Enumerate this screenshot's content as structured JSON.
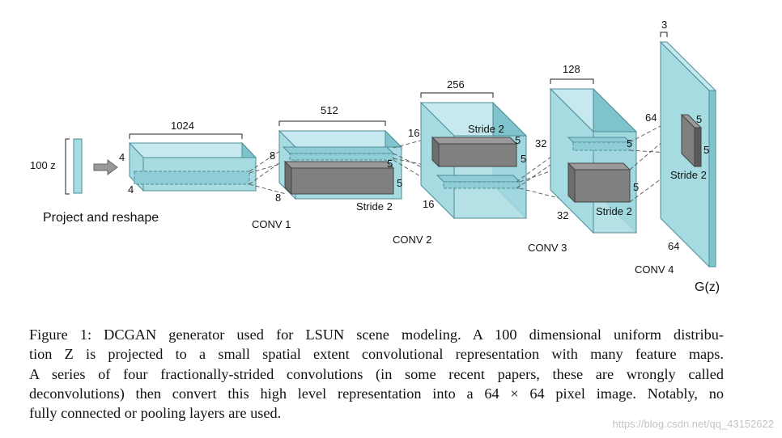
{
  "figure": {
    "input_label": "100 z",
    "project_label": "Project and reshape",
    "layers": [
      {
        "depth_label": "1024",
        "h_label": "4",
        "w_label": "4",
        "name": "",
        "stride": ""
      },
      {
        "depth_label": "512",
        "h_label": "8",
        "w_label": "8",
        "name": "CONV 1",
        "stride": "Stride 2",
        "k1": "5",
        "k2": "5"
      },
      {
        "depth_label": "256",
        "h_label": "16",
        "w_label": "16",
        "name": "CONV 2",
        "stride": "Stride 2",
        "k1": "5",
        "k2": "5"
      },
      {
        "depth_label": "128",
        "h_label": "32",
        "w_label": "32",
        "name": "CONV 3",
        "stride": "Stride 2",
        "k1": "5",
        "k2": "5"
      },
      {
        "depth_label": "3",
        "h_label": "64",
        "w_label": "64",
        "name": "CONV 4",
        "stride": "Stride 2",
        "k1": "5",
        "k2": "5"
      }
    ],
    "output_label": "G(z)",
    "colors": {
      "face": "#a7dbe2",
      "face_dark": "#7fc3cd",
      "stroke": "#4f8d96",
      "kernel": "#808080",
      "kernel_dark": "#5a5a5a"
    }
  },
  "caption": {
    "lines": [
      "Figure 1: DCGAN generator used for LSUN scene modeling. A 100 dimensional uniform distribu-",
      "tion Z is projected to a small spatial extent convolutional representation with many feature maps.",
      "A series of four fractionally-strided convolutions (in some recent papers, these are wrongly called",
      "deconvolutions) then convert this high level representation into a 64 × 64 pixel image. Notably, no",
      "fully connected or pooling layers are used."
    ]
  },
  "watermark": "https://blog.csdn.net/qq_43152622"
}
